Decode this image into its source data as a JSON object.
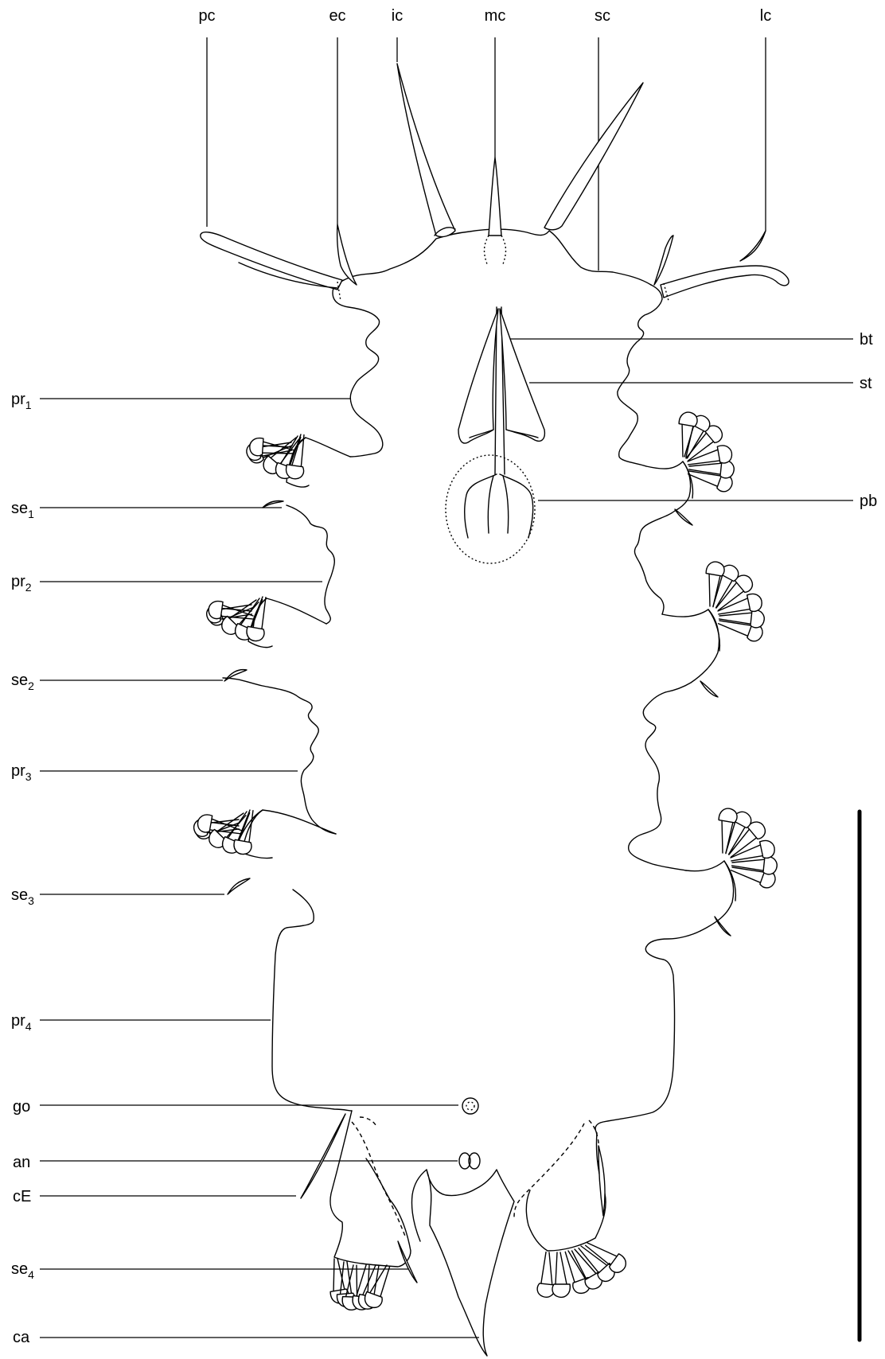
{
  "labels": {
    "pc": "pc",
    "ec": "ec",
    "ic": "ic",
    "mc": "mc",
    "sc": "sc",
    "lc": "lc",
    "bt": "bt",
    "st": "st",
    "pb": "pb",
    "pr1": {
      "base": "pr",
      "sub": "1"
    },
    "se1": {
      "base": "se",
      "sub": "1"
    },
    "pr2": {
      "base": "pr",
      "sub": "2"
    },
    "se2": {
      "base": "se",
      "sub": "2"
    },
    "pr3": {
      "base": "pr",
      "sub": "3"
    },
    "se3": {
      "base": "se",
      "sub": "3"
    },
    "pr4": {
      "base": "pr",
      "sub": "4"
    },
    "go": "go",
    "an": "an",
    "cE": "cE",
    "se4": {
      "base": "se",
      "sub": "4"
    },
    "ca": "ca"
  },
  "scale_bar": {
    "label": ""
  },
  "colors": {
    "line": "#000000",
    "background": "#ffffff"
  }
}
